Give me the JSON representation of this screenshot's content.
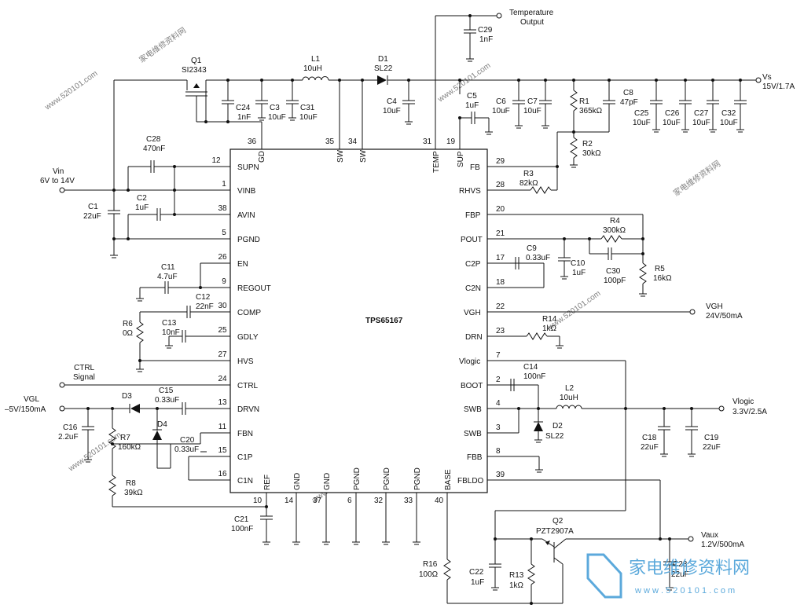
{
  "chip": {
    "name": "TPS65167"
  },
  "pins_left": [
    {
      "num": "12",
      "name": "SUPN"
    },
    {
      "num": "1",
      "name": "VINB"
    },
    {
      "num": "38",
      "name": "AVIN"
    },
    {
      "num": "5",
      "name": "PGND"
    },
    {
      "num": "26",
      "name": "EN"
    },
    {
      "num": "9",
      "name": "REGOUT"
    },
    {
      "num": "30",
      "name": "COMP"
    },
    {
      "num": "25",
      "name": "GDLY"
    },
    {
      "num": "27",
      "name": "HVS"
    },
    {
      "num": "24",
      "name": "CTRL"
    },
    {
      "num": "13",
      "name": "DRVN"
    },
    {
      "num": "11",
      "name": "FBN"
    },
    {
      "num": "15",
      "name": "C1P"
    },
    {
      "num": "16",
      "name": "C1N"
    }
  ],
  "pins_right": [
    {
      "num": "29",
      "name": "FB"
    },
    {
      "num": "28",
      "name": "RHVS"
    },
    {
      "num": "20",
      "name": "FBP"
    },
    {
      "num": "21",
      "name": "POUT"
    },
    {
      "num": "17",
      "name": "C2P"
    },
    {
      "num": "18",
      "name": "C2N"
    },
    {
      "num": "22",
      "name": "VGH"
    },
    {
      "num": "23",
      "name": "DRN"
    },
    {
      "num": "7",
      "name": "Vlogic"
    },
    {
      "num": "2",
      "name": "BOOT"
    },
    {
      "num": "4",
      "name": "SWB"
    },
    {
      "num": "3",
      "name": "SWB"
    },
    {
      "num": "8",
      "name": "FBB"
    },
    {
      "num": "39",
      "name": "FBLDO"
    }
  ],
  "pins_top": [
    {
      "num": "36",
      "name": "GD"
    },
    {
      "num": "35",
      "name": "SW"
    },
    {
      "num": "34",
      "name": "SW"
    },
    {
      "num": "31",
      "name": "TEMP"
    },
    {
      "num": "19",
      "name": "SUP"
    }
  ],
  "pins_bottom": [
    {
      "num": "10",
      "name": "REF"
    },
    {
      "num": "14",
      "name": "GND"
    },
    {
      "num": "37",
      "name": "GND"
    },
    {
      "num": "6",
      "name": "PGND"
    },
    {
      "num": "32",
      "name": "PGND"
    },
    {
      "num": "33",
      "name": "PGND"
    },
    {
      "num": "40",
      "name": "BASE"
    }
  ],
  "components": {
    "Q1": {
      "ref": "Q1",
      "value": "SI2343"
    },
    "L1": {
      "ref": "L1",
      "value": "10uH"
    },
    "D1": {
      "ref": "D1",
      "value": "SL22"
    },
    "C29": {
      "ref": "C29",
      "value": "1nF"
    },
    "C24": {
      "ref": "C24",
      "value": "1nF"
    },
    "C3": {
      "ref": "C3",
      "value": "10uF"
    },
    "C31": {
      "ref": "C31",
      "value": "10uF"
    },
    "C4": {
      "ref": "C4",
      "value": "10uF"
    },
    "C5": {
      "ref": "C5",
      "value": "1uF"
    },
    "C6": {
      "ref": "C6",
      "value": "10uF"
    },
    "C7": {
      "ref": "C7",
      "value": "10uF"
    },
    "R1": {
      "ref": "R1",
      "value": "365kΩ"
    },
    "C8": {
      "ref": "C8",
      "value": "47pF"
    },
    "C25": {
      "ref": "C25",
      "value": "10uF"
    },
    "C26": {
      "ref": "C26",
      "value": "10uF"
    },
    "C27": {
      "ref": "C27",
      "value": "10uF"
    },
    "C32": {
      "ref": "C32",
      "value": "10uF"
    },
    "R2": {
      "ref": "R2",
      "value": "30kΩ"
    },
    "R3": {
      "ref": "R3",
      "value": "82kΩ"
    },
    "C28": {
      "ref": "C28",
      "value": "470nF"
    },
    "C1": {
      "ref": "C1",
      "value": "22uF"
    },
    "C2": {
      "ref": "C2",
      "value": "1uF"
    },
    "R4": {
      "ref": "R4",
      "value": "300kΩ"
    },
    "C9": {
      "ref": "C9",
      "value": "0.33uF"
    },
    "C10": {
      "ref": "C10",
      "value": "1uF"
    },
    "C30": {
      "ref": "C30",
      "value": "100pF"
    },
    "R5": {
      "ref": "R5",
      "value": "16kΩ"
    },
    "C11": {
      "ref": "C11",
      "value": "4.7uF"
    },
    "C12": {
      "ref": "C12",
      "value": "22nF"
    },
    "R6": {
      "ref": "R6",
      "value": "0Ω"
    },
    "C13": {
      "ref": "C13",
      "value": "10nF"
    },
    "R14": {
      "ref": "R14",
      "value": "1kΩ"
    },
    "C14": {
      "ref": "C14",
      "value": "100nF"
    },
    "L2": {
      "ref": "L2",
      "value": "10uH"
    },
    "D2": {
      "ref": "D2",
      "value": "SL22"
    },
    "C18": {
      "ref": "C18",
      "value": "22uF"
    },
    "C19": {
      "ref": "C19",
      "value": "22uF"
    },
    "D3": {
      "ref": "D3",
      "value": ""
    },
    "C15": {
      "ref": "C15",
      "value": "0.33uF"
    },
    "D4": {
      "ref": "D4",
      "value": ""
    },
    "C16": {
      "ref": "C16",
      "value": "2.2uF"
    },
    "R7": {
      "ref": "R7",
      "value": "160kΩ"
    },
    "C20": {
      "ref": "C20",
      "value": "0.33uF"
    },
    "R8": {
      "ref": "R8",
      "value": "39kΩ"
    },
    "C21": {
      "ref": "C21",
      "value": "100nF"
    },
    "Q2": {
      "ref": "Q2",
      "value": "PZT2907A"
    },
    "R16": {
      "ref": "R16",
      "value": "100Ω"
    },
    "C22": {
      "ref": "C22",
      "value": "1uF"
    },
    "R13": {
      "ref": "R13",
      "value": "1kΩ"
    },
    "C23": {
      "ref": "C23",
      "value": "22uF"
    }
  },
  "ports": {
    "temp": {
      "line1": "Temperature",
      "line2": "Output"
    },
    "vs": {
      "line1": "Vs",
      "line2": "15V/1.7A"
    },
    "vin": {
      "line1": "Vin",
      "line2": "6V to 14V"
    },
    "vgh": {
      "line1": "VGH",
      "line2": "24V/50mA"
    },
    "ctrl": {
      "line1": "CTRL",
      "line2": "Signal"
    },
    "vgl": {
      "line1": "VGL",
      "line2": "–5V/150mA"
    },
    "vlogic": {
      "line1": "Vlogic",
      "line2": "3.3V/2.5A"
    },
    "vaux": {
      "line1": "Vaux",
      "line2": "1.2V/500mA"
    }
  },
  "watermark": {
    "site": "家电维修资料网",
    "url": "www.520101.com",
    "logo_text": "家电维修资料网",
    "logo_url": "w w w . 5 2 0 1 0 1 . c o m"
  }
}
